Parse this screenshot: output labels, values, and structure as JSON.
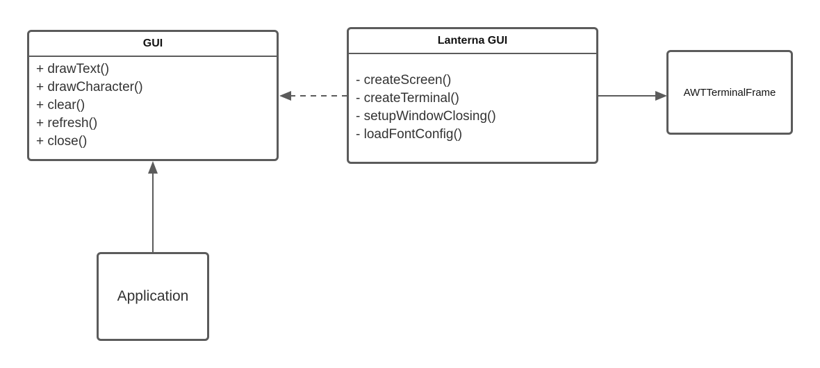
{
  "diagram": {
    "gui": {
      "title": "GUI",
      "methods": [
        "+ drawText()",
        "+ drawCharacter()",
        "+ clear()",
        "+ refresh()",
        "+ close()"
      ]
    },
    "lanterna": {
      "title": "Lanterna GUI",
      "methods": [
        "- createScreen()",
        "- createTerminal()",
        "- setupWindowClosing()",
        "- loadFontConfig()"
      ]
    },
    "awt": {
      "label": "AWTTerminalFrame"
    },
    "application": {
      "label": "Application"
    }
  },
  "colors": {
    "border": "#5b5b5b",
    "text": "#333333",
    "title_text": "#111111",
    "arrow": "#5b5b5b"
  }
}
